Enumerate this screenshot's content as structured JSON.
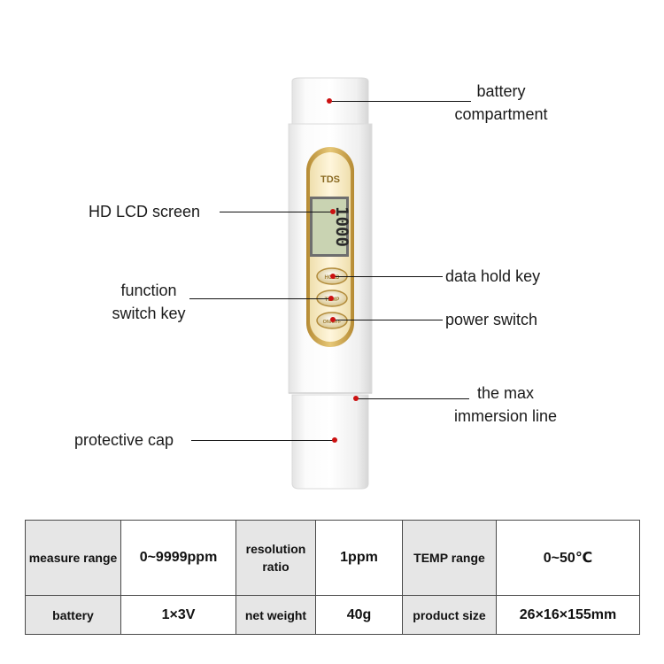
{
  "callouts": {
    "battery": [
      "battery",
      "compartment"
    ],
    "lcd": "HD LCD screen",
    "function": [
      "function",
      "switch key"
    ],
    "hold": "data hold key",
    "power": "power switch",
    "immersion": [
      "the max",
      "immersion line"
    ],
    "cap": "protective cap"
  },
  "device": {
    "brand_label": "TDS",
    "lcd_reading": "1000",
    "key_hold": "HOLD",
    "key_temp": "TEMP",
    "key_power": "ON/OFF"
  },
  "specs": {
    "rows": [
      [
        {
          "label": "measure range",
          "value": "0~9999ppm"
        },
        {
          "label": "resolution ratio",
          "value": "1ppm"
        },
        {
          "label": "TEMP range",
          "value": "0~50℃"
        }
      ],
      [
        {
          "label": "battery",
          "value": "1×3V"
        },
        {
          "label": "net weight",
          "value": "40g"
        },
        {
          "label": "product size",
          "value": "26×16×155mm"
        }
      ]
    ]
  },
  "colors": {
    "accent_dot": "#cc1111",
    "panel_gold": "#c9a24a",
    "lcd_green": "#c9d3b2",
    "table_label_bg": "#e6e6e6"
  }
}
